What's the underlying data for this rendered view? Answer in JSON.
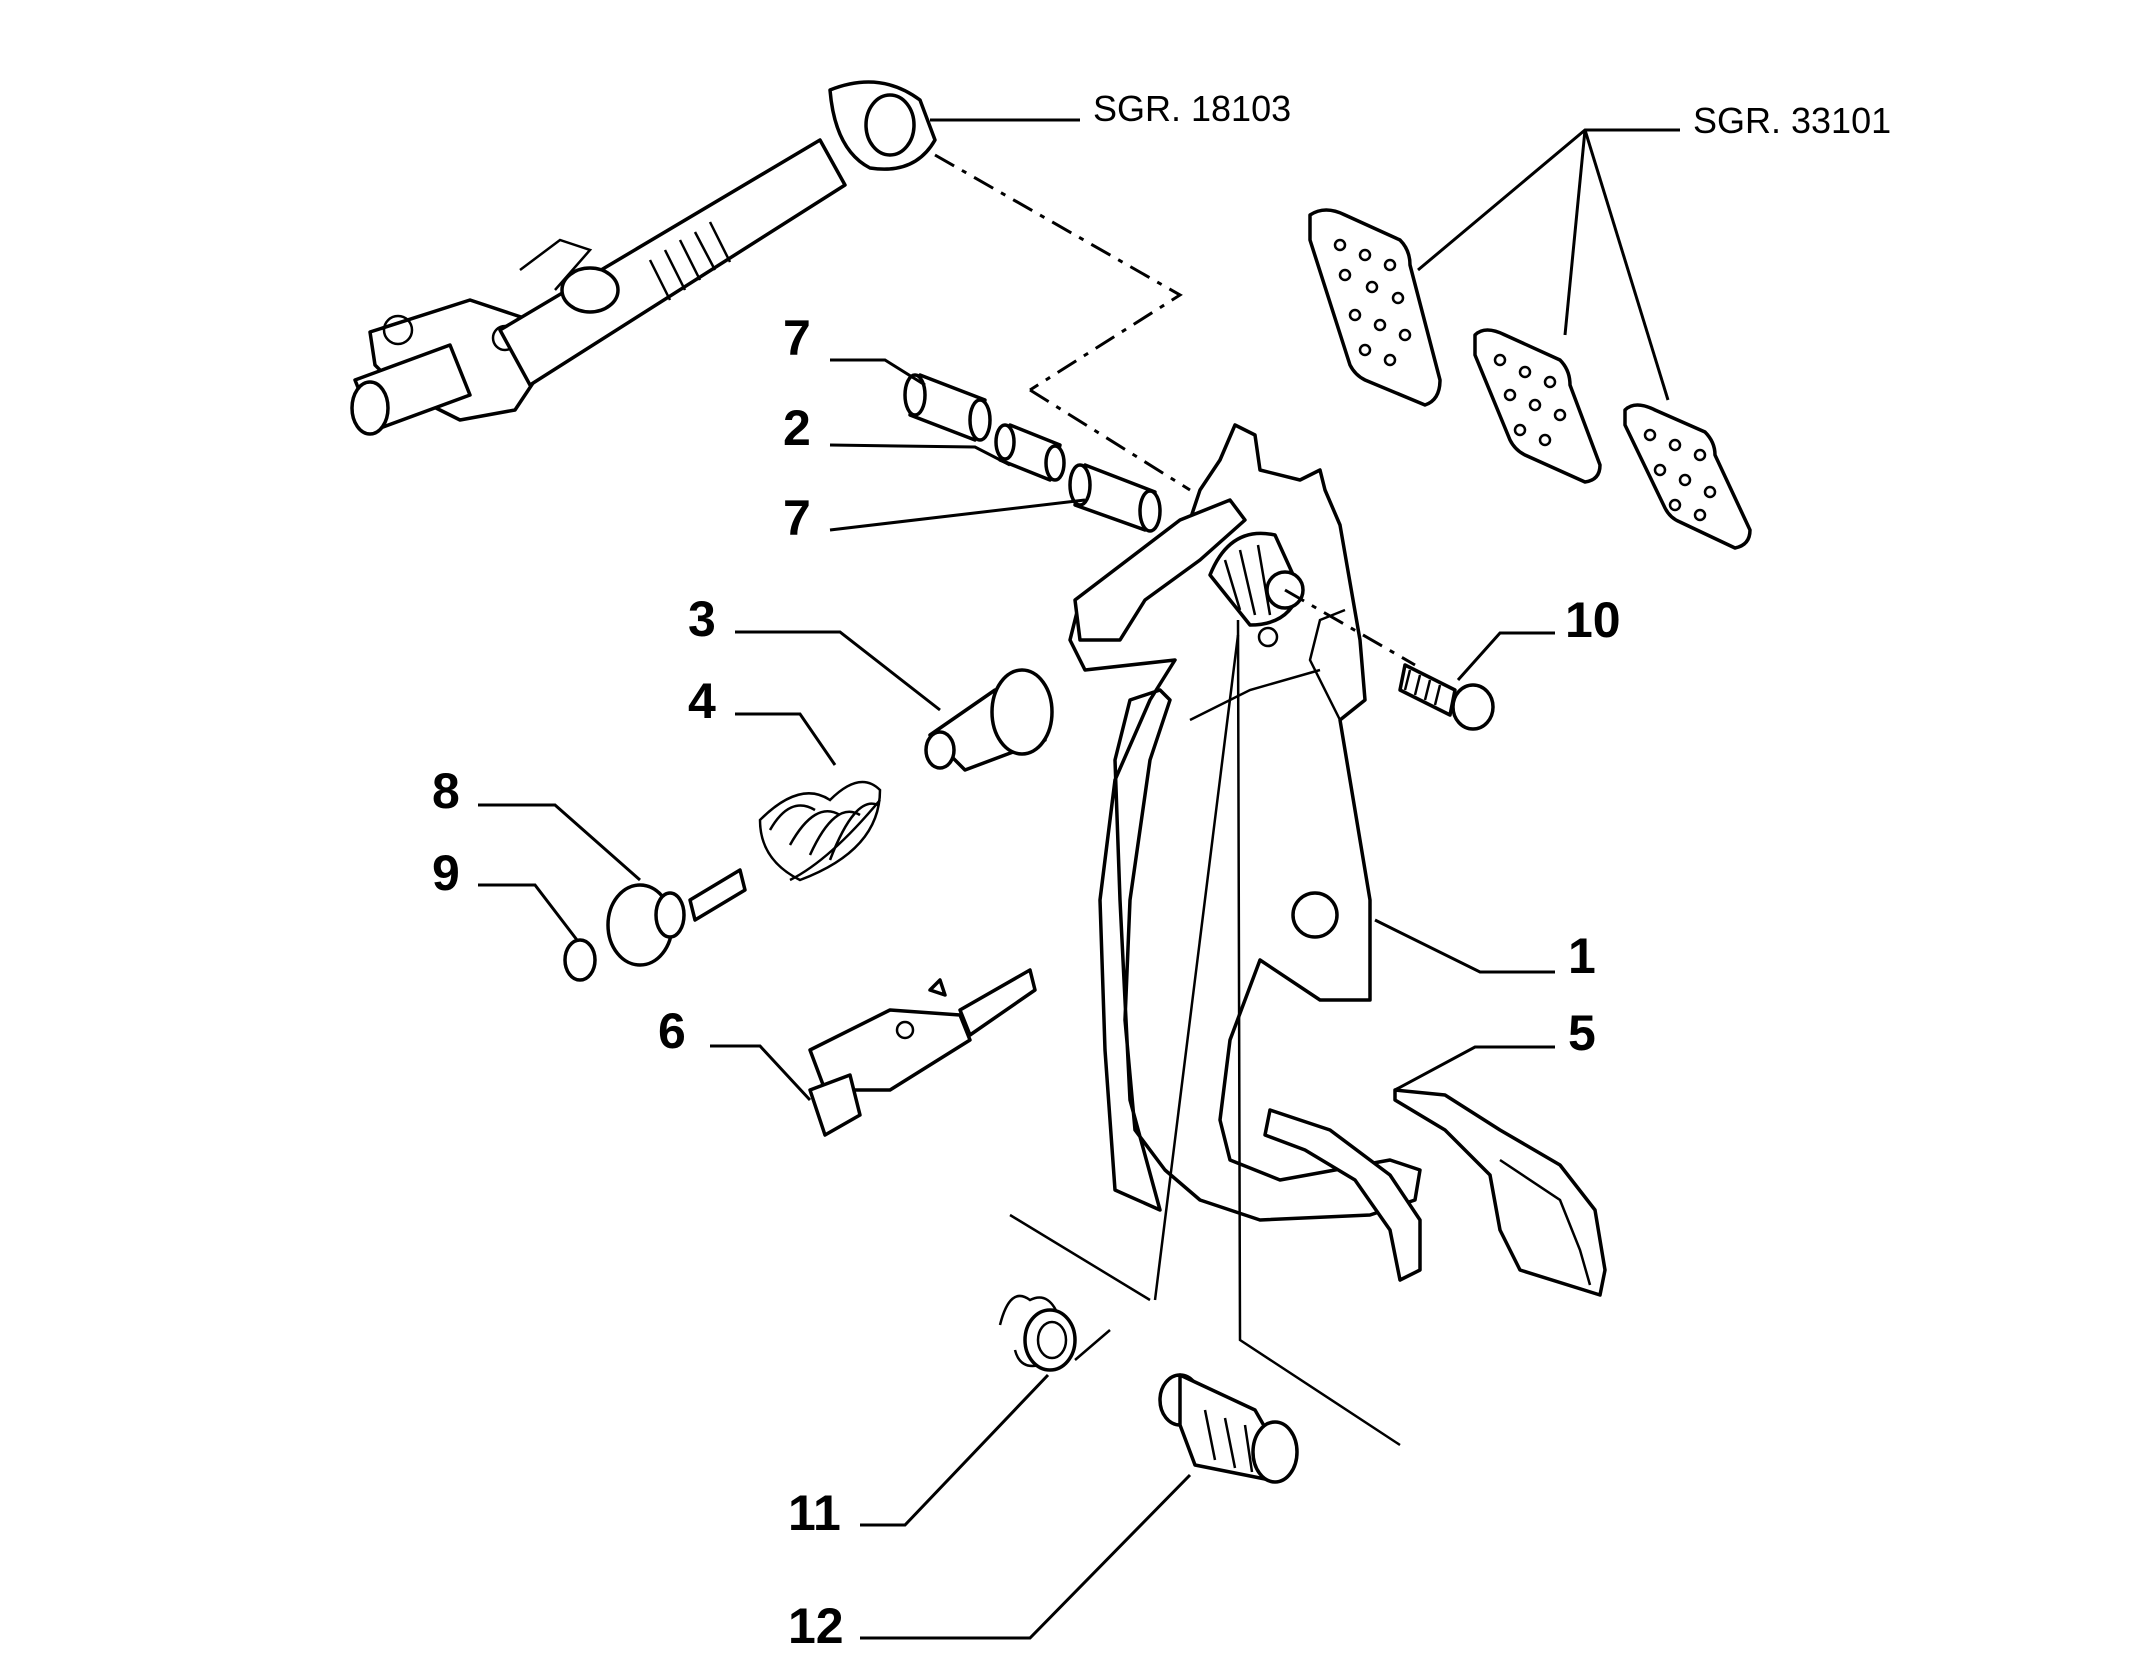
{
  "references": {
    "upper_left": "SGR. 18103",
    "upper_right": "SGR. 33101"
  },
  "callouts": {
    "c1": "1",
    "c2": "2",
    "c3": "3",
    "c4": "4",
    "c5": "5",
    "c6": "6",
    "c7a": "7",
    "c7b": "7",
    "c8": "8",
    "c9": "9",
    "c10": "10",
    "c11": "11",
    "c12": "12"
  },
  "colors": {
    "line": "#000000",
    "background": "#ffffff"
  }
}
